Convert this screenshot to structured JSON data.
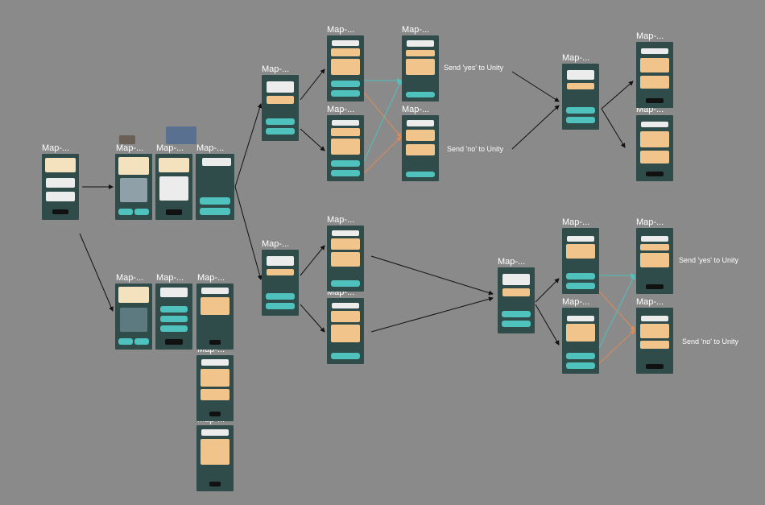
{
  "frame_label": "Map-...",
  "annotations": {
    "top_yes": "Send 'yes' to Unity",
    "top_no": "Send 'no' to Unity",
    "bottom_yes": "Send 'yes' to Unity",
    "bottom_no": "Send 'no' to Unity"
  },
  "colors": {
    "canvas": "#8a8a8a",
    "screen": "#2f4c4a",
    "button": "#4fc2bd",
    "answer_bubble": "#f0c48a",
    "yes_connector": "#4fc2bd",
    "no_connector": "#e08a55",
    "arrow": "#111111"
  }
}
